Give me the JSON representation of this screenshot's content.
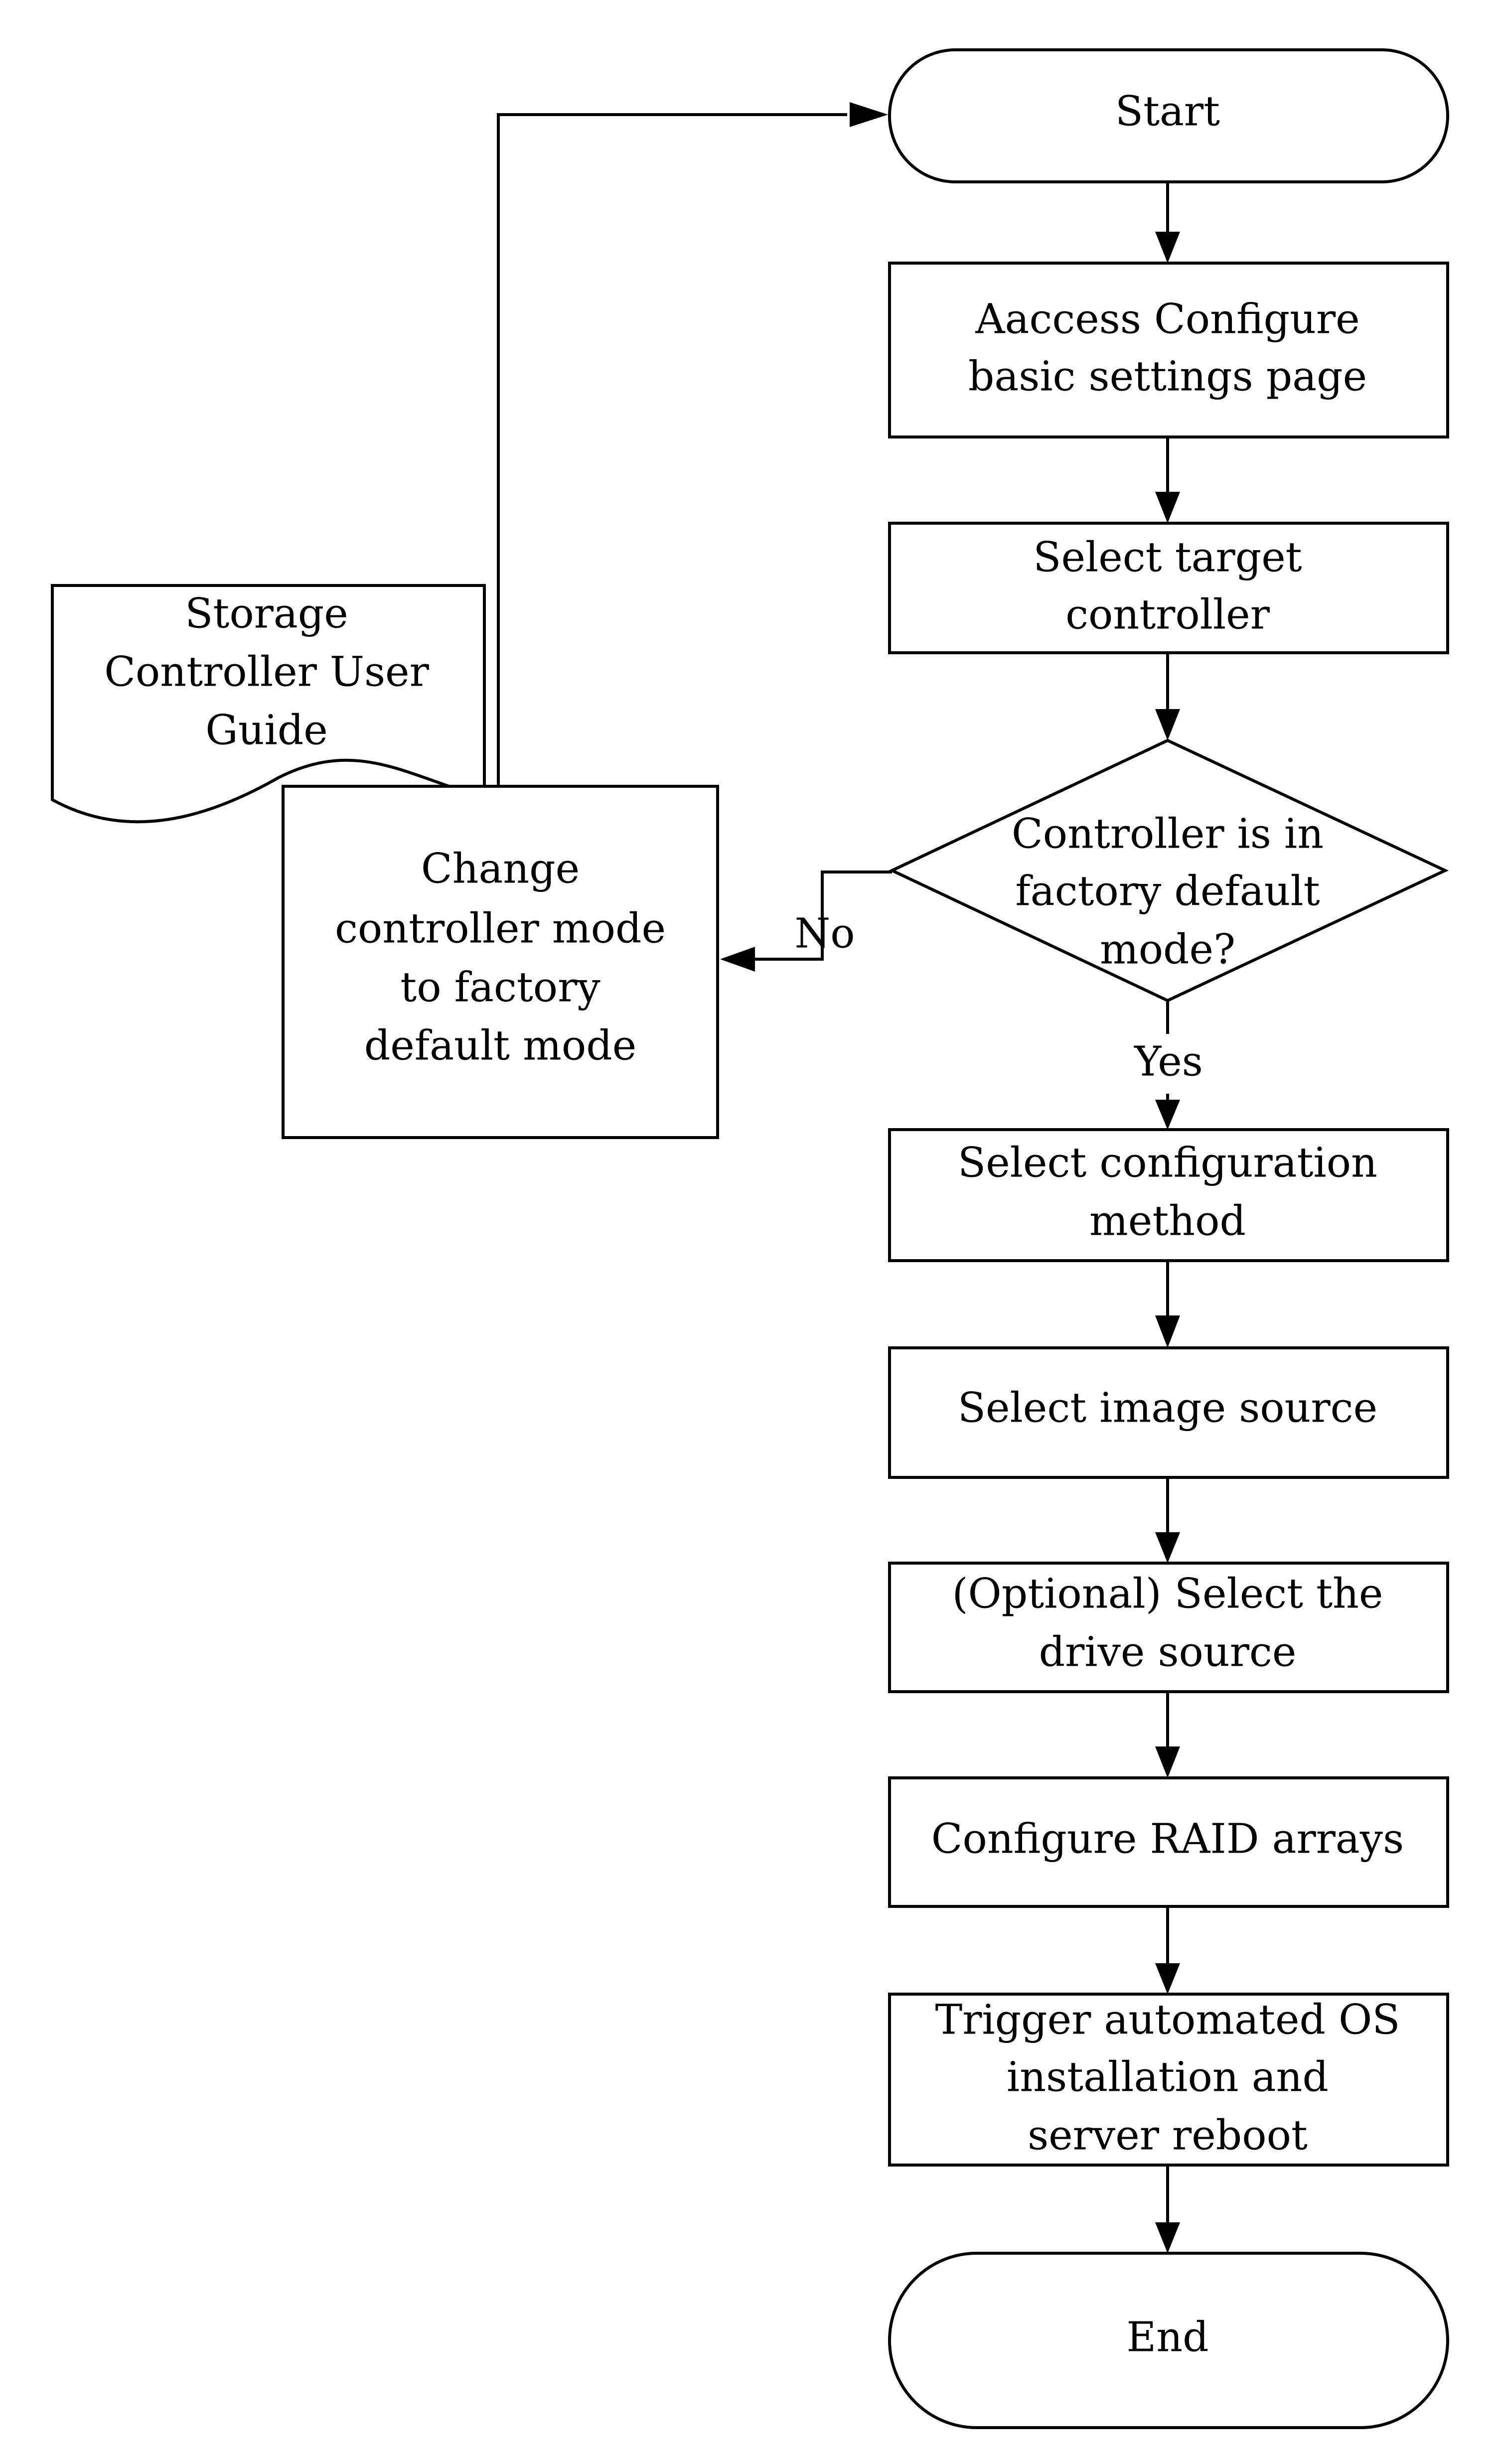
{
  "nodes": {
    "start": {
      "label": "Start"
    },
    "access_settings": {
      "lines": [
        "Aaccess Configure",
        "basic settings page"
      ]
    },
    "select_controller": {
      "lines": [
        "Select target",
        "controller"
      ]
    },
    "factory_check": {
      "lines": [
        "Controller is in",
        "factory default",
        "mode?"
      ]
    },
    "change_mode": {
      "lines": [
        "Change",
        "controller mode",
        "to factory",
        "default mode"
      ]
    },
    "user_guide": {
      "lines": [
        "Storage",
        "Controller User",
        "Guide"
      ]
    },
    "select_method": {
      "lines": [
        "Select configuration",
        "method"
      ]
    },
    "select_image": {
      "lines": [
        "Select image source"
      ]
    },
    "select_drive": {
      "lines": [
        "(Optional) Select the",
        "drive source"
      ]
    },
    "configure_raid": {
      "lines": [
        "Configure RAID arrays"
      ]
    },
    "trigger_install": {
      "lines": [
        "Trigger automated OS",
        "installation and",
        "server reboot"
      ]
    },
    "end": {
      "label": "End"
    }
  },
  "edges": {
    "no_label": "No",
    "yes_label": "Yes"
  }
}
